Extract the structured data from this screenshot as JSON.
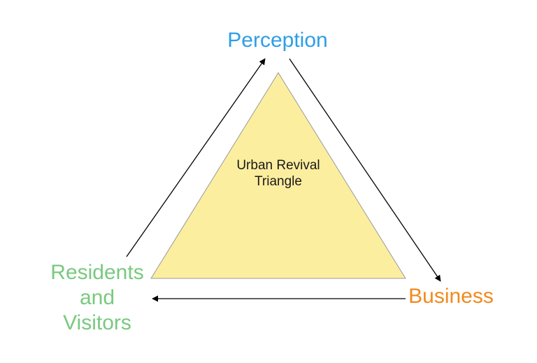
{
  "center": {
    "line1": "Urban Revival",
    "line2": "Triangle"
  },
  "nodes": {
    "perception": "Perception",
    "business": "Business",
    "residents": {
      "line1": "Residents",
      "line2": "and",
      "line3": "Visitors"
    }
  },
  "colors": {
    "perception": "#2e9ee6",
    "business": "#f08a1e",
    "residents": "#79c97f",
    "triangle_fill": "#fcee9f",
    "triangle_stroke": "#9a9a9a",
    "arrow": "#000000"
  },
  "flow": [
    "residents",
    "perception",
    "business",
    "residents"
  ]
}
